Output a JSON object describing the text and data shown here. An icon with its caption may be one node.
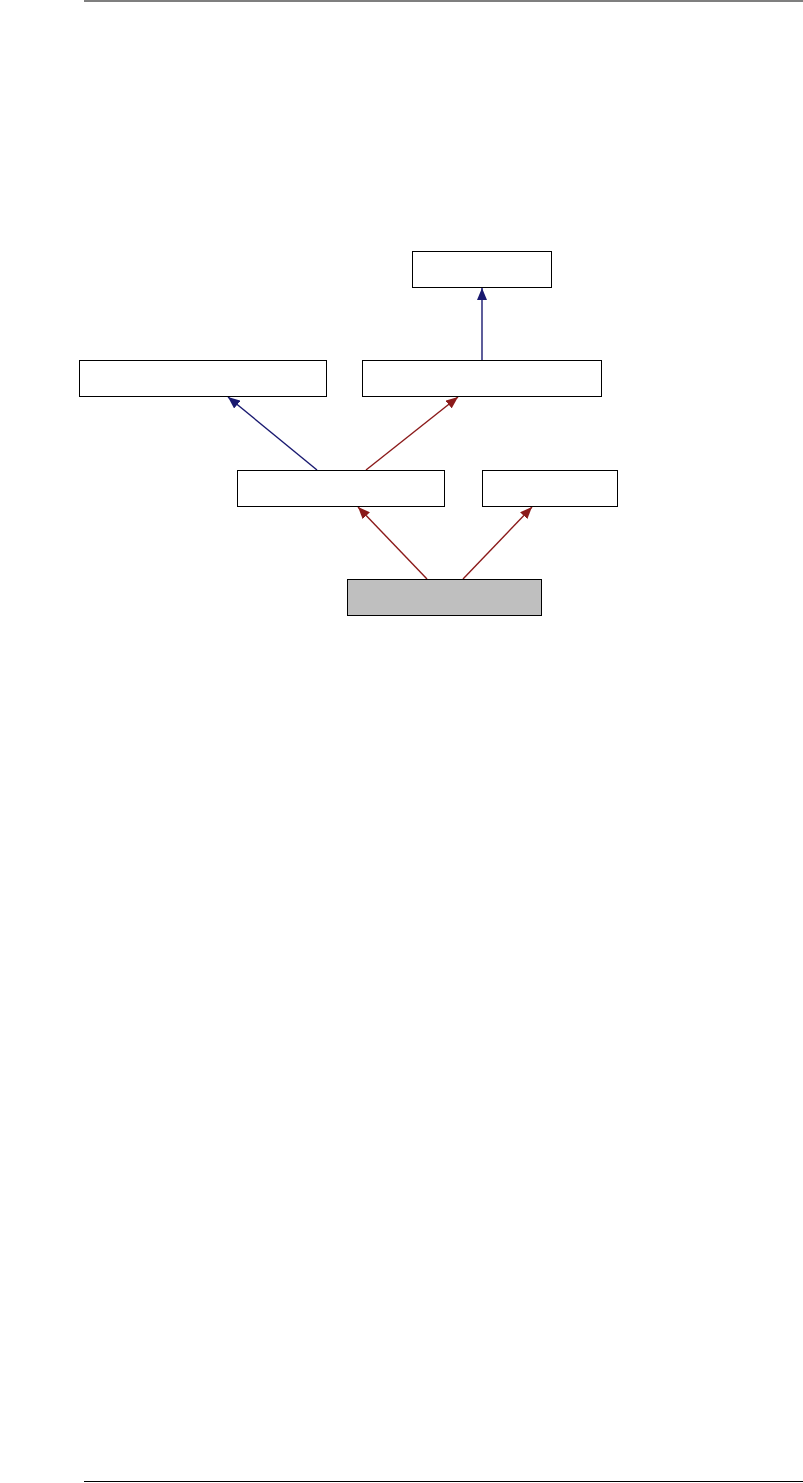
{
  "diagram": {
    "nodes": [
      {
        "text": [],
        "shape": "box"
      },
      {
        "text": [],
        "shape": "box"
      },
      {
        "text": [],
        "shape": "box"
      },
      {
        "text": [],
        "shape": "box"
      },
      {
        "text": [],
        "shape": "box"
      },
      {
        "text": [],
        "shape": "box"
      }
    ],
    "edges": [
      {
        "from": 2,
        "to": 0,
        "arrow": "to",
        "color": "#191970"
      },
      {
        "from": 3,
        "to": 1,
        "arrow": "to",
        "color": "#191970"
      },
      {
        "from": 3,
        "to": 2,
        "arrow": "to"
      },
      {
        "from": 5,
        "to": 3,
        "arrow": "to"
      },
      {
        "from": 5,
        "to": 4,
        "arrow": "to"
      }
    ]
  }
}
